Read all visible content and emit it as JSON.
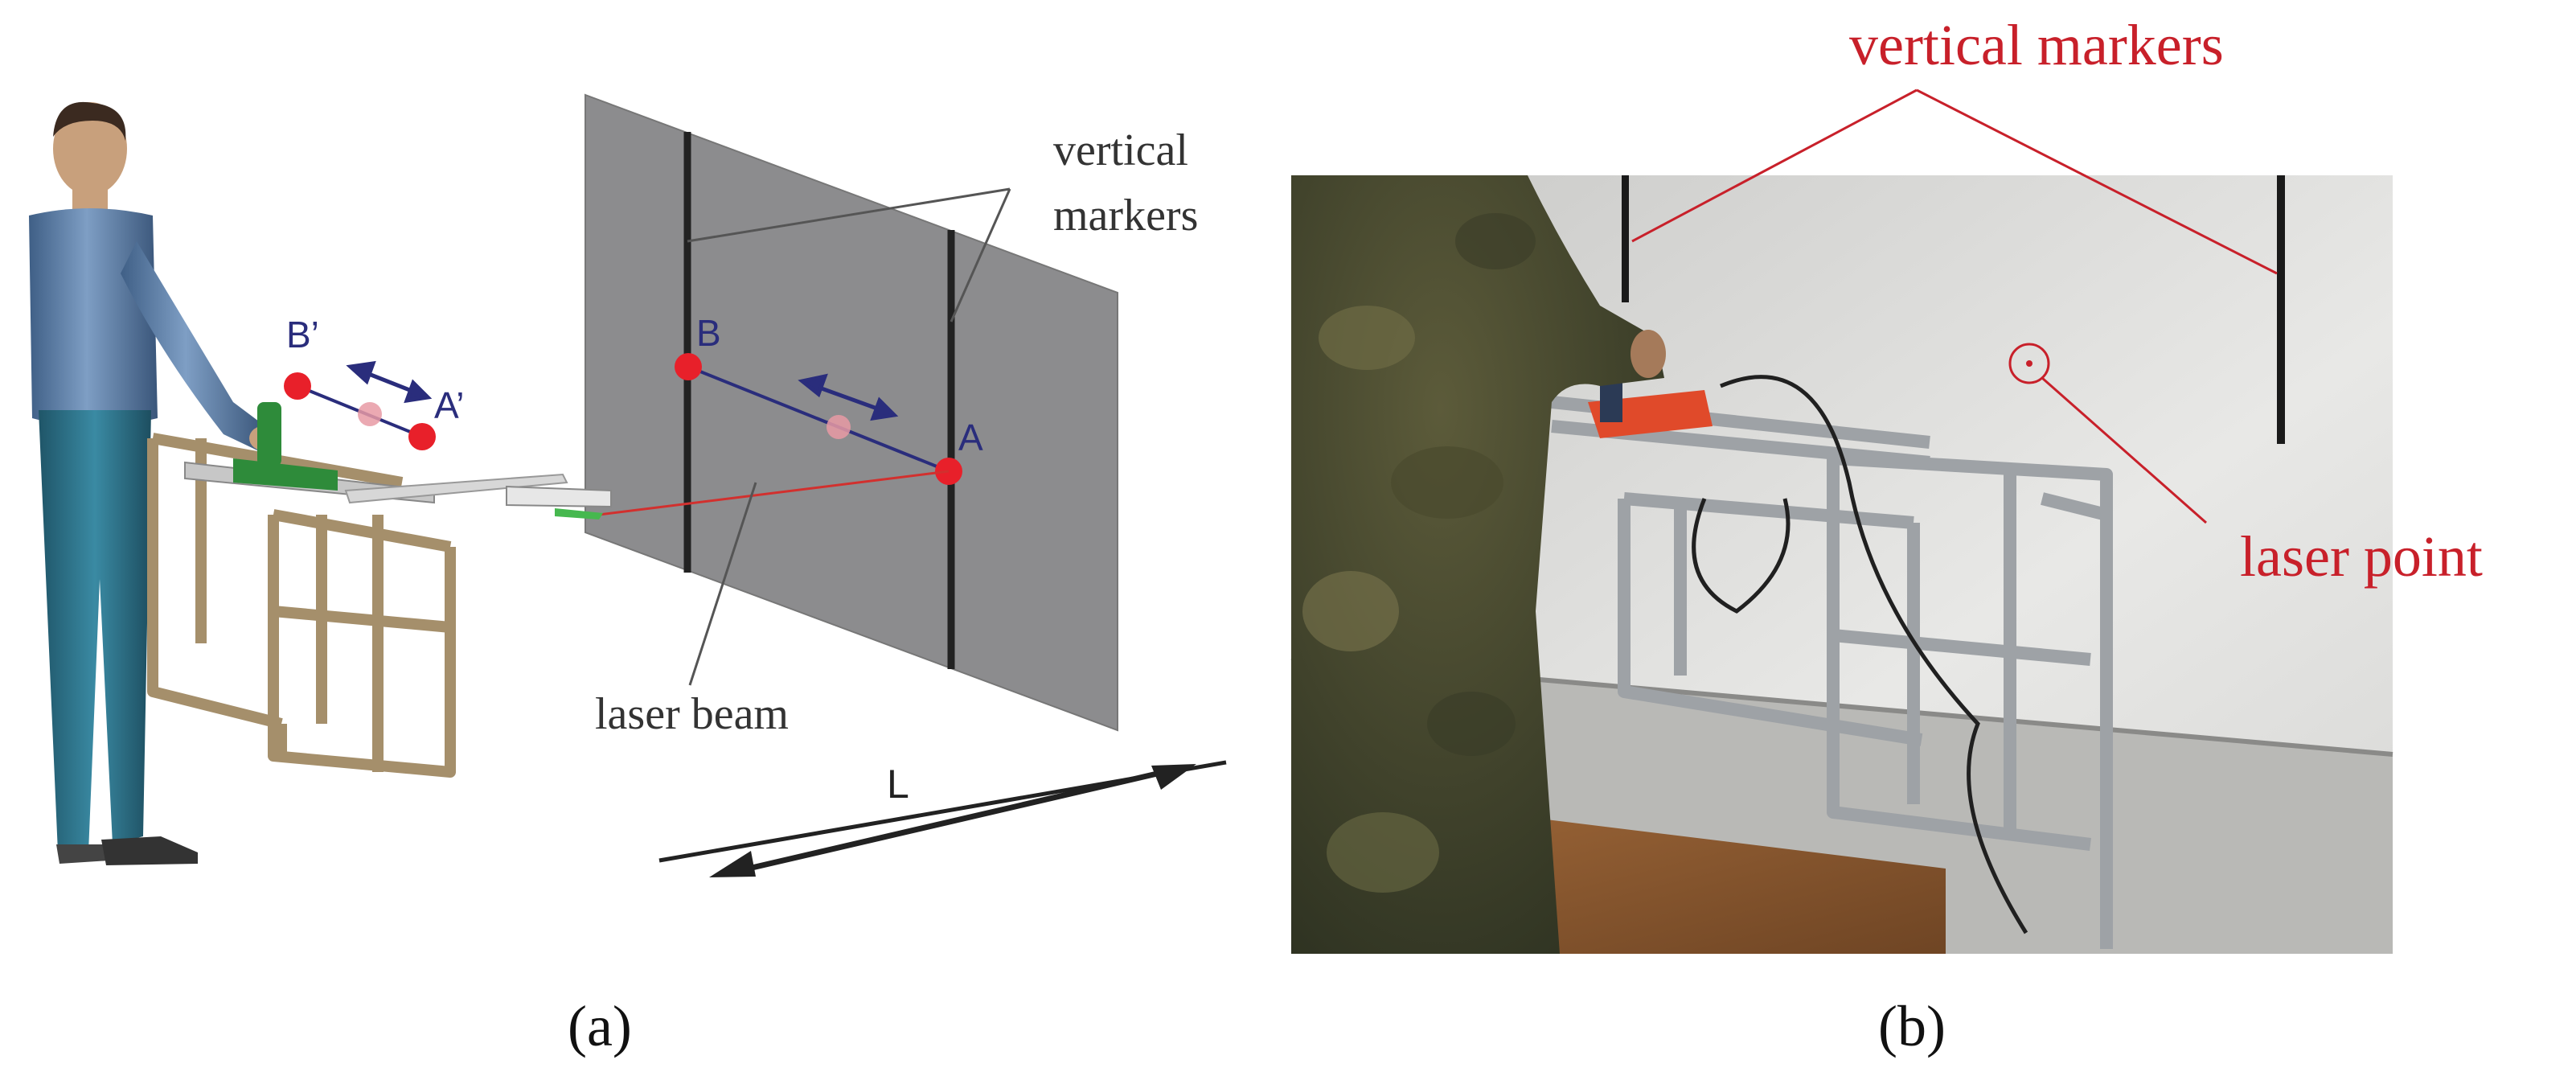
{
  "panel_a": {
    "caption": "(a)",
    "callout_vertical_markers_line1": "vertical",
    "callout_vertical_markers_line2": "markers",
    "callout_laser_beam": "laser beam",
    "label_A": "A",
    "label_B": "B",
    "label_A_prime": "A’",
    "label_B_prime": "B’",
    "label_L": "L"
  },
  "panel_b": {
    "caption": "(b)",
    "callout_vertical_markers": "vertical markers",
    "callout_laser_point": "laser point"
  },
  "colors": {
    "point_red": "#e8202a",
    "point_faded": "#e89aa4",
    "label_blue": "#2a2d7c",
    "callout_red": "#c8202a",
    "text_dark": "#333333",
    "screen_gray": "#8c8c8e"
  }
}
